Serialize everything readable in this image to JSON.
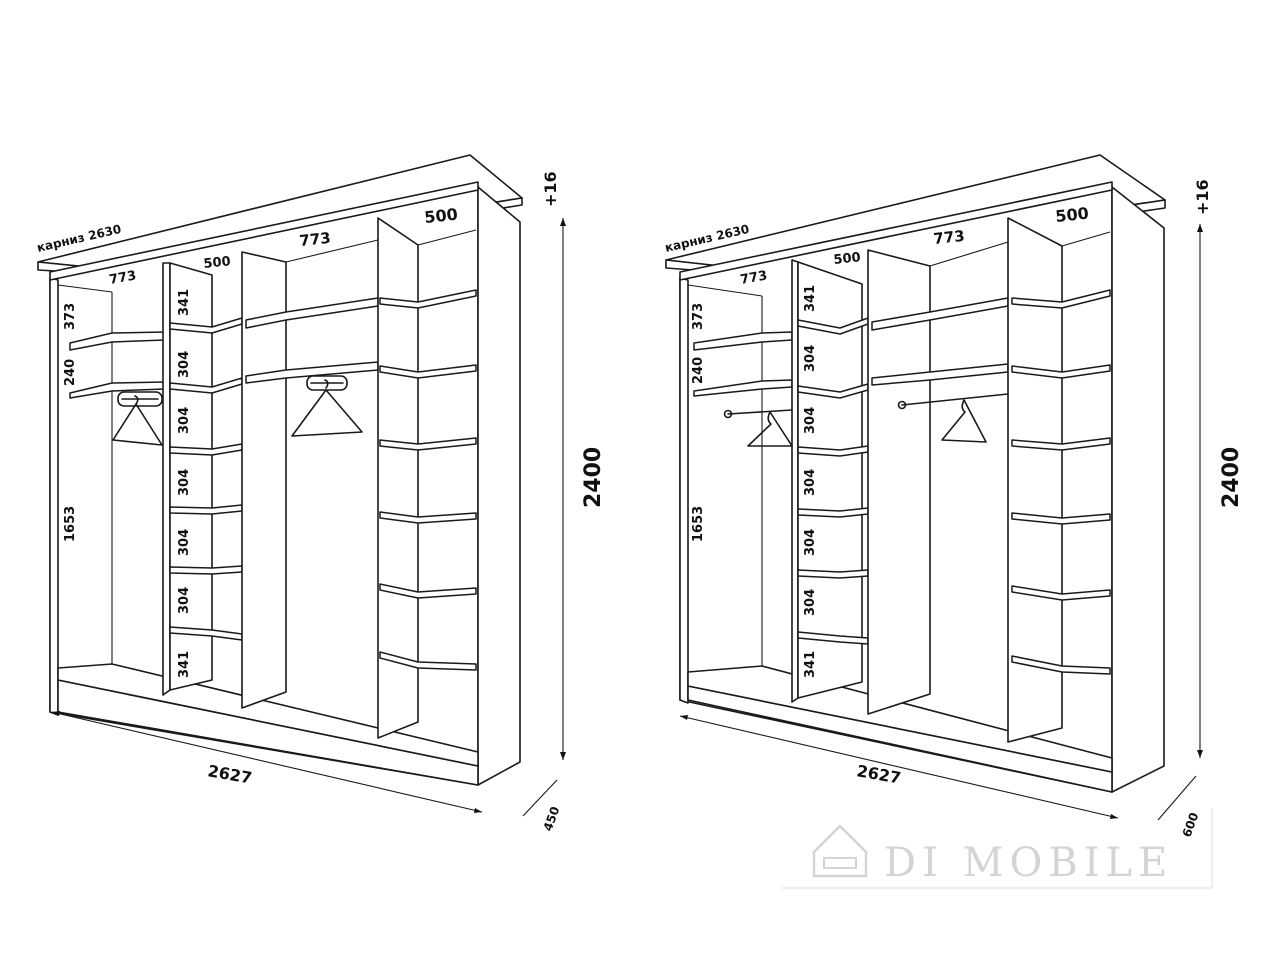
{
  "watermark": {
    "brand": "DI MOBILE",
    "icon": "sofa-house-icon",
    "color": "#d4d4d4"
  },
  "wardrobes": [
    {
      "cornice_label": "карниз 2630",
      "height_label": "2400",
      "height_plus_label": "+16",
      "width_label": "2627",
      "depth_label": "450",
      "section_widths": [
        "773",
        "500",
        "773",
        "500"
      ],
      "left_heights": [
        "373",
        "240",
        "1653"
      ],
      "column_heights": [
        "341",
        "304",
        "304",
        "304",
        "304",
        "304",
        "341"
      ],
      "rail_type": "pull-out"
    },
    {
      "cornice_label": "карниз 2630",
      "height_label": "2400",
      "height_plus_label": "+16",
      "width_label": "2627",
      "depth_label": "600",
      "section_widths": [
        "773",
        "500",
        "773",
        "500"
      ],
      "left_heights": [
        "373",
        "240",
        "1653"
      ],
      "column_heights": [
        "341",
        "304",
        "304",
        "304",
        "304",
        "304",
        "341"
      ],
      "rail_type": "bar"
    }
  ]
}
